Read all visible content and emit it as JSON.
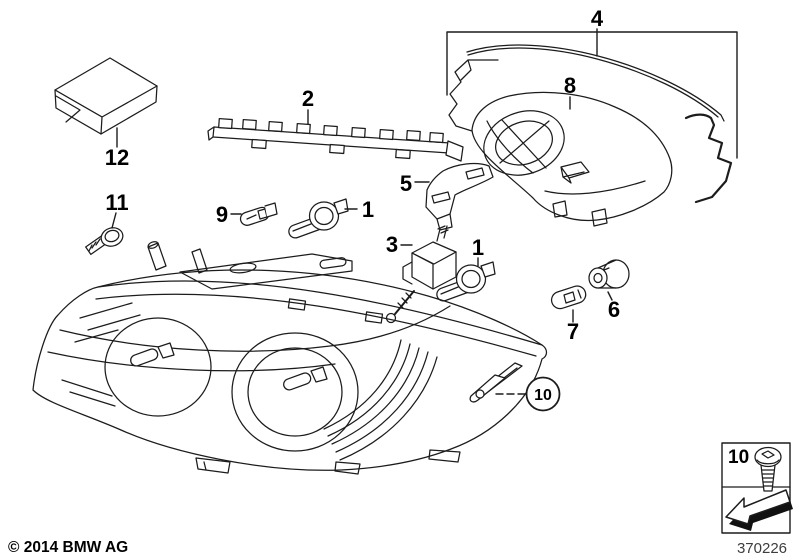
{
  "figure": {
    "copyright": "© 2014 BMW AG",
    "diagram_number": "370226"
  },
  "callouts": {
    "part1a": "1",
    "part1b": "1",
    "part2": "2",
    "part3": "3",
    "part4": "4",
    "part5": "5",
    "part6": "6",
    "part7": "7",
    "part8": "8",
    "part9": "9",
    "part10": "10",
    "part11": "11",
    "part12": "12",
    "legend10": "10"
  },
  "colors": {
    "background": "#ffffff",
    "line": "#1c1c1c",
    "label_text": "#000000",
    "diagram_number_text": "#3d3d3d"
  }
}
